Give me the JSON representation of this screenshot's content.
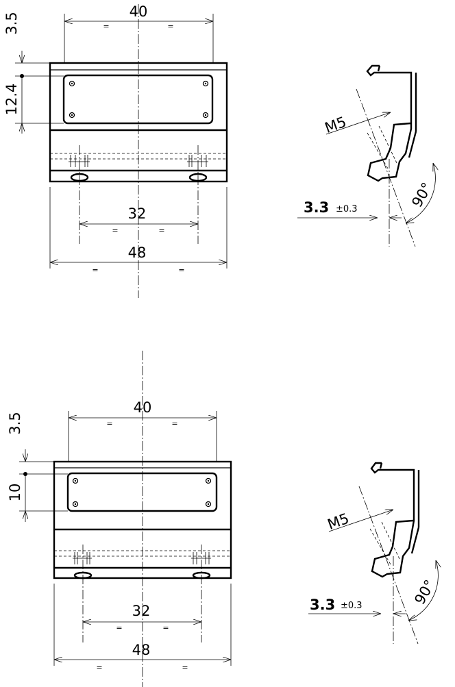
{
  "views": [
    {
      "id": "top",
      "front": {
        "dim_width_outer": "48",
        "dim_width_inner": "40",
        "dim_holes": "32",
        "dim_top": "3.5",
        "dim_height": "12.4",
        "eq": "="
      },
      "side": {
        "thread": "M5",
        "angle": "90°",
        "offset_value": "3.3",
        "offset_tol": "±0.3"
      }
    },
    {
      "id": "bottom",
      "front": {
        "dim_width_outer": "48",
        "dim_width_inner": "40",
        "dim_holes": "32",
        "dim_top": "3.5",
        "dim_height": "10",
        "eq": "="
      },
      "side": {
        "thread": "M5",
        "angle": "90°",
        "offset_value": "3.3",
        "offset_tol": "±0.3"
      }
    }
  ]
}
